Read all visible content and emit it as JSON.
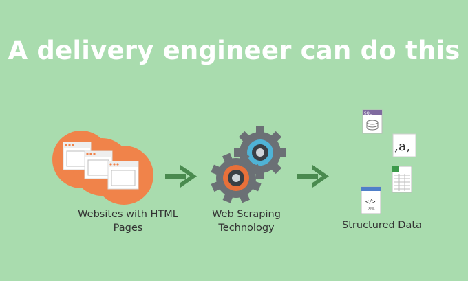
{
  "title": "A delivery engineer can do this",
  "labels": {
    "websites_line1": "Websites with HTML",
    "websites_line2": "Pages",
    "scraping_line1": "Web Scraping",
    "scraping_line2": "Technology",
    "structured": "Structured Data"
  },
  "icons": {
    "sql_badge": "SQL",
    "csv_text": ",a,",
    "xml_badge": "XML",
    "xml_tag": "</>"
  },
  "colors": {
    "background": "#a9dcae",
    "orange": "#f0834a",
    "arrow": "#4a8a4f",
    "gear_grey": "#6b7075",
    "gear_blue": "#4fb3d6",
    "gear_orange": "#e8703a"
  }
}
